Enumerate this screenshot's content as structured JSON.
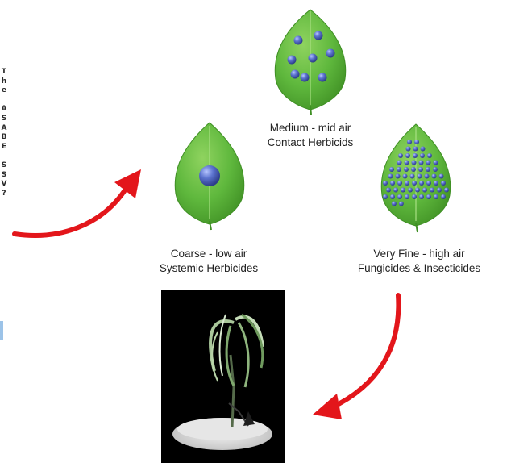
{
  "side_text": [
    "T",
    "h",
    "e",
    "",
    "A",
    "S",
    "A",
    "B",
    "E",
    "",
    "S",
    "S",
    "V",
    "?"
  ],
  "droplets": [
    {
      "id": "coarse",
      "line1": "Coarse - low air",
      "line2": "Systemic Herbicides",
      "droplet_count": 1,
      "droplet_size": "coarse"
    },
    {
      "id": "medium",
      "line1": "Medium - mid air",
      "line2": "Contact Herbicids",
      "droplet_count": 8,
      "droplet_size": "medium"
    },
    {
      "id": "very-fine",
      "line1": "Very Fine - high air",
      "line2": "Fungicides & Insecticides",
      "droplet_count": 60,
      "droplet_size": "very fine"
    }
  ],
  "colors": {
    "leaf": "#5fb83d",
    "leaf_dark": "#3f8f24",
    "droplet": "#4a5fb5",
    "arrow": "#e3161b",
    "photo_background": "#000000"
  },
  "icons": [
    "leaf-icon",
    "droplet-icon",
    "curved-arrow-icon",
    "wilted-plant-photo"
  ]
}
